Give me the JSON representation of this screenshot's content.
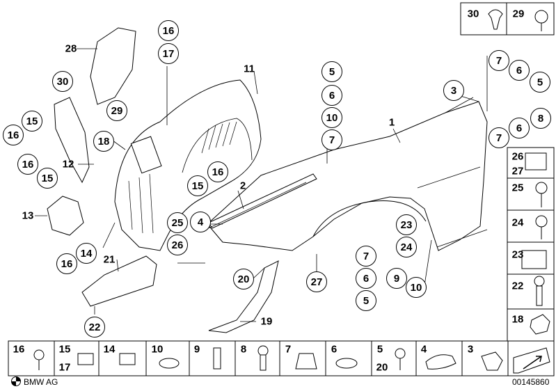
{
  "callouts": {
    "c1": "1",
    "c2": "2",
    "c3": "3",
    "c4": "4",
    "c5a": "5",
    "c5b": "5",
    "c5c": "5",
    "c6a": "6",
    "c6b": "6",
    "c6c": "6",
    "c6d": "6",
    "c7a": "7",
    "c7b": "7",
    "c7c": "7",
    "c7d": "7",
    "c8": "8",
    "c9": "9",
    "c10a": "10",
    "c10b": "10",
    "c11": "11",
    "c12": "12",
    "c13": "13",
    "c14": "14",
    "c15a": "15",
    "c15b": "15",
    "c15c": "15",
    "c16a": "16",
    "c16b": "16",
    "c16c": "16",
    "c16d": "16",
    "c16e": "16",
    "c17": "17",
    "c18": "18",
    "c19": "19",
    "c20": "20",
    "c21": "21",
    "c22": "22",
    "c23": "23",
    "c24": "24",
    "c25": "25",
    "c26": "26",
    "c27": "27",
    "c28": "28",
    "c29": "29",
    "c30": "30"
  },
  "right_column": [
    "30",
    "29",
    "26",
    "27",
    "25",
    "24",
    "23",
    "22",
    "18"
  ],
  "bottom_row": [
    "16",
    "15",
    "17",
    "14",
    "10",
    "9",
    "8",
    "7",
    "6",
    "5",
    "20",
    "4",
    "3"
  ],
  "footer": {
    "brand": "BMW AG",
    "diagram_id": "00145860"
  },
  "colors": {
    "line": "#000000",
    "background": "#ffffff",
    "panel_border": "#000000"
  }
}
